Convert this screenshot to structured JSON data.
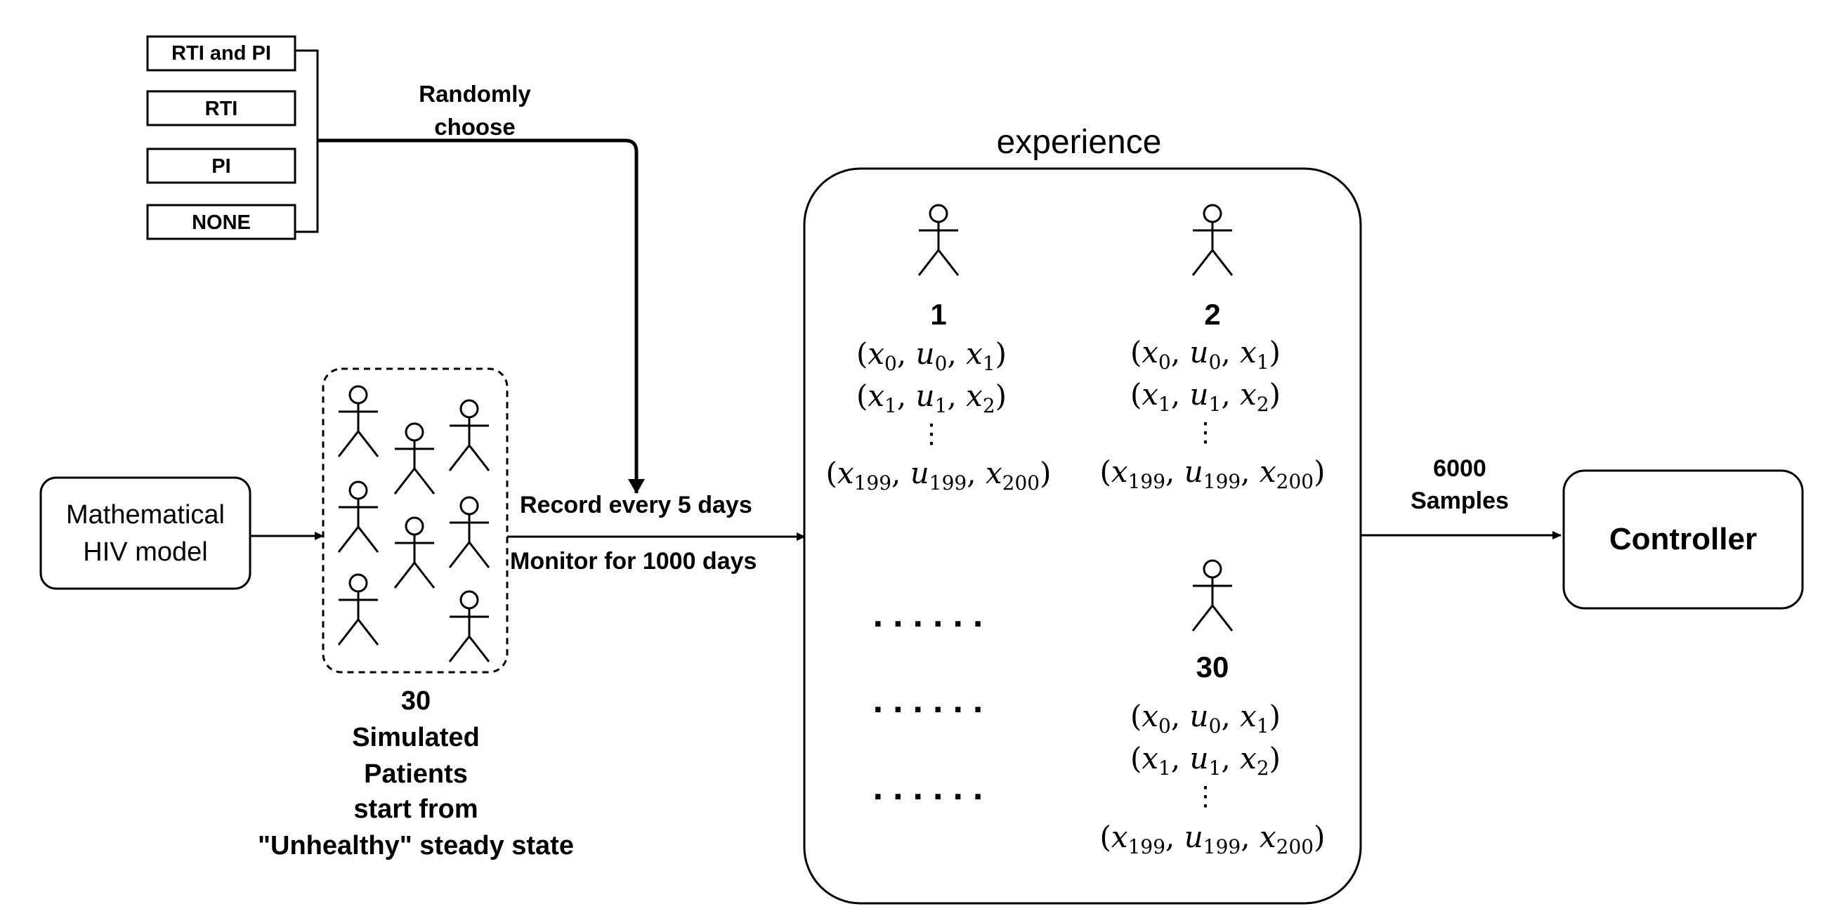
{
  "treatments": {
    "items": [
      "RTI and PI",
      "RTI",
      "PI",
      "NONE"
    ],
    "choose_label_line1": "Randomly",
    "choose_label_line2": "choose"
  },
  "model": {
    "line1": "Mathematical",
    "line2": "HIV model"
  },
  "patients": {
    "count": "30",
    "line1": "Simulated",
    "line2": "Patients",
    "line3": "start from",
    "line4": "\"Unhealthy\" steady state"
  },
  "record": {
    "label1": "Record every 5 days",
    "label2": "Monitor for  1000 days"
  },
  "experience": {
    "title": "experience",
    "patient_ids": [
      "1",
      "2",
      "30"
    ],
    "dots": "......",
    "vdots": "⋮",
    "tuples": [
      {
        "a": "x",
        "as": "0",
        "b": "u",
        "bs": "0",
        "c": "x",
        "cs": "1"
      },
      {
        "a": "x",
        "as": "1",
        "b": "u",
        "bs": "1",
        "c": "x",
        "cs": "2"
      },
      {
        "a": "x",
        "as": "199",
        "b": "u",
        "bs": "199",
        "c": "x",
        "cs": "200"
      }
    ]
  },
  "samples": {
    "line1": "6000",
    "line2": "Samples"
  },
  "controller": {
    "label": "Controller"
  }
}
